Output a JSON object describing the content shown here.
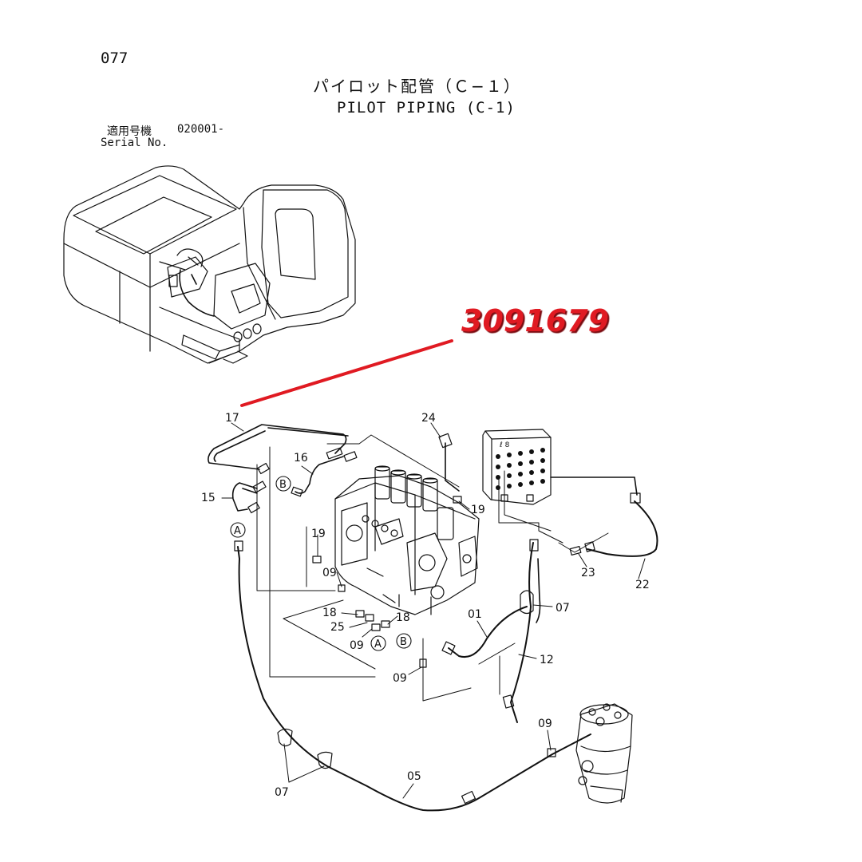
{
  "header": {
    "page_number": "077",
    "title_jp": "パイロット配管（Ｃ−１）",
    "title_en": "PILOT PIPING (C-1)",
    "serial_label_jp": "適用号機",
    "serial_value": "020001-",
    "serial_label_en": "Serial No."
  },
  "annotation": {
    "part_number": "3091679",
    "color": "#e01a22"
  },
  "callouts": {
    "c17": "17",
    "c16": "16",
    "c15": "15",
    "c24": "24",
    "c19a": "19",
    "c19b": "19",
    "c09a": "09",
    "c09b": "09",
    "c09c": "09",
    "c09d": "09",
    "c18a": "18",
    "c18b": "18",
    "c25": "25",
    "c23": "23",
    "c22": "22",
    "c07a": "07",
    "c07b": "07",
    "c01": "01",
    "c12": "12",
    "c05": "05"
  },
  "markers": {
    "a1": "A",
    "a2": "A",
    "b1": "B",
    "b2": "B"
  }
}
